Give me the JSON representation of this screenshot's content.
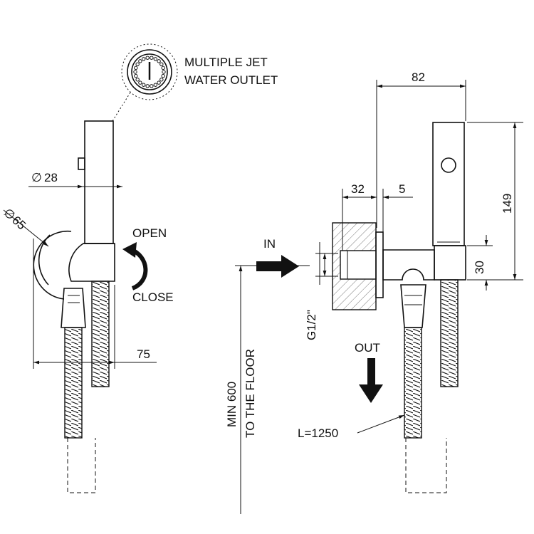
{
  "labels": {
    "outlet_line1": "MULTIPLE JET",
    "outlet_line2": "WATER OUTLET",
    "open": "OPEN",
    "close": "CLOSE",
    "in": "IN",
    "out": "OUT",
    "thread": "G1/2\"",
    "floor_line1": "MIN 600",
    "floor_line2": "TO THE FLOOR",
    "hose_length": "L=1250"
  },
  "dimensions": {
    "handle_diameter": "28",
    "rosette_diameter": "65",
    "left_depth": "75",
    "total_depth": "82",
    "wall_depth": "32",
    "offset": "5",
    "handle_height": "149",
    "connector_height": "30"
  },
  "symbols": {
    "diameter": "∅"
  }
}
